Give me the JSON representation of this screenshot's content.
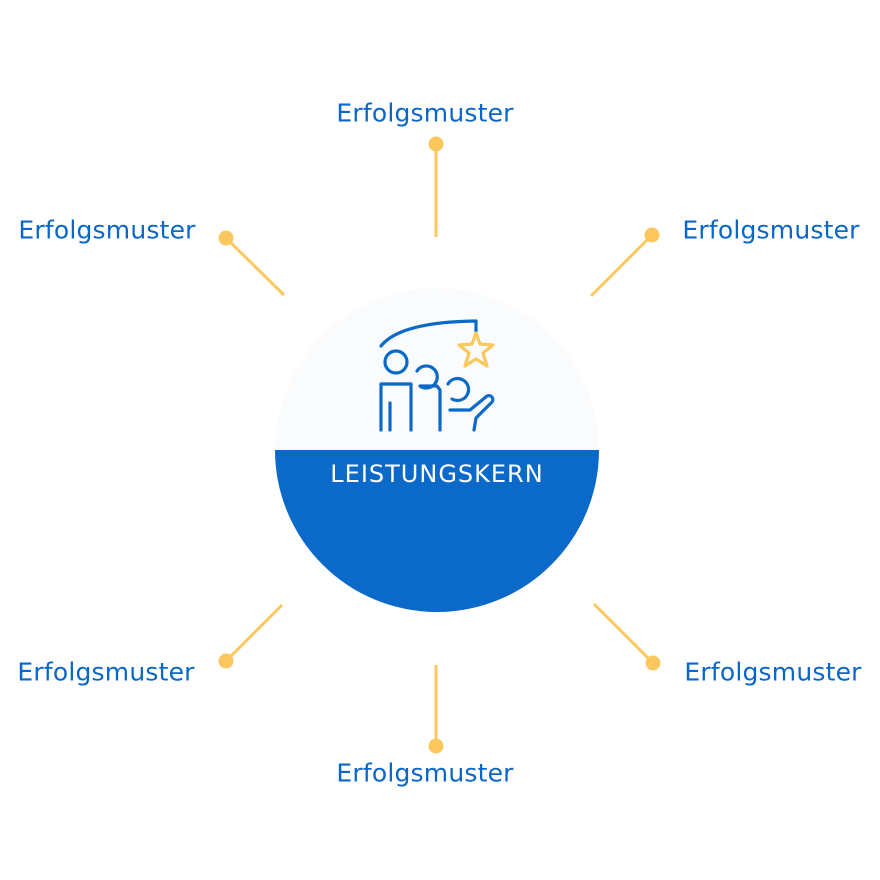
{
  "center": {
    "label": "LEISTUNGSKERN",
    "icon": "team-star-icon"
  },
  "patterns": [
    {
      "label": "Erfolgsmuster"
    },
    {
      "label": "Erfolgsmuster"
    },
    {
      "label": "Erfolgsmuster"
    },
    {
      "label": "Erfolgsmuster"
    },
    {
      "label": "Erfolgsmuster"
    },
    {
      "label": "Erfolgsmuster"
    }
  ],
  "colors": {
    "blue": "#0a69c9",
    "yellow": "#fcc85e"
  }
}
